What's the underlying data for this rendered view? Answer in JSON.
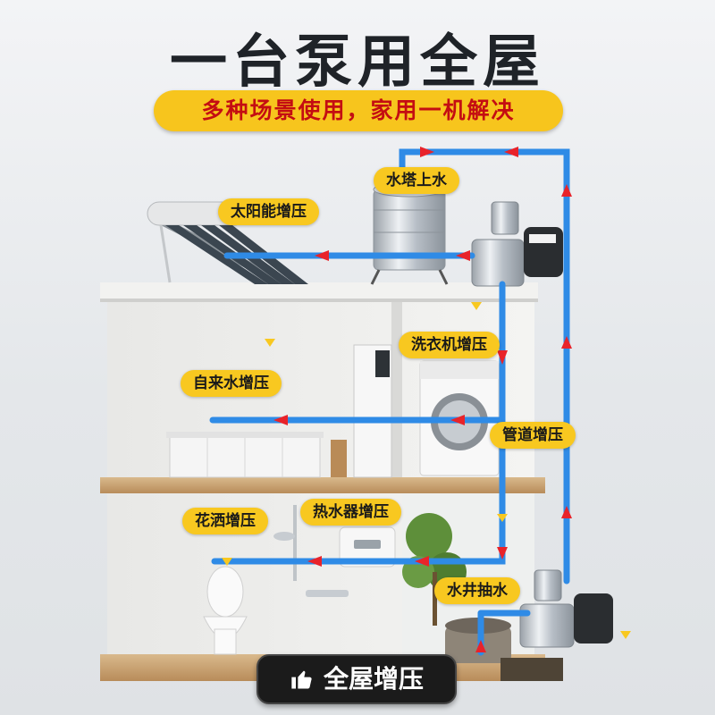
{
  "header": {
    "title": "一台泵用全屋",
    "subtitle": "多种场景使用，家用一机解决"
  },
  "labels": {
    "water_tower": "水塔上水",
    "solar": "太阳能增压",
    "washing_machine": "洗衣机增压",
    "tap_water": "自来水增压",
    "pipeline": "管道增压",
    "shower": "花洒增压",
    "water_heater": "热水器增压",
    "well_pump": "水井抽水"
  },
  "footer": {
    "badge_label": "全屋增压",
    "badge_icon": "thumbs-up-icon"
  },
  "colors": {
    "accent_yellow": "#f8c820",
    "title_red": "#c40d12",
    "pipe_blue": "#2f8be6",
    "flow_red": "#e8232a"
  }
}
